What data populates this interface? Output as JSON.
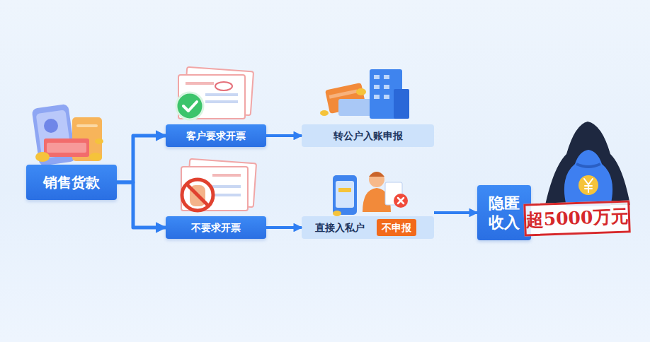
{
  "diagram": {
    "nodes": [
      {
        "text": [
          "销售货款"
        ]
      },
      {
        "text": [
          "客户要求开票"
        ]
      },
      {
        "text": [
          "转公户入账申报"
        ]
      },
      {
        "text": [
          "不要求开票"
        ]
      },
      {
        "text": [
          "直接入私户"
        ]
      },
      {
        "text": [
          "不申报"
        ],
        "in": 4
      },
      {
        "text": [
          "隐匿收入"
        ]
      },
      {
        "text": [
          "超5000万元"
        ]
      }
    ],
    "edges": [
      {
        "from": 0,
        "to": 1,
        "arrow": "to"
      },
      {
        "from": 0,
        "to": 3,
        "arrow": "to"
      },
      {
        "from": 1,
        "to": 2,
        "arrow": "to"
      },
      {
        "from": 3,
        "to": 4,
        "arrow": "to"
      },
      {
        "from": 4,
        "to": 6,
        "arrow": "to"
      }
    ]
  }
}
